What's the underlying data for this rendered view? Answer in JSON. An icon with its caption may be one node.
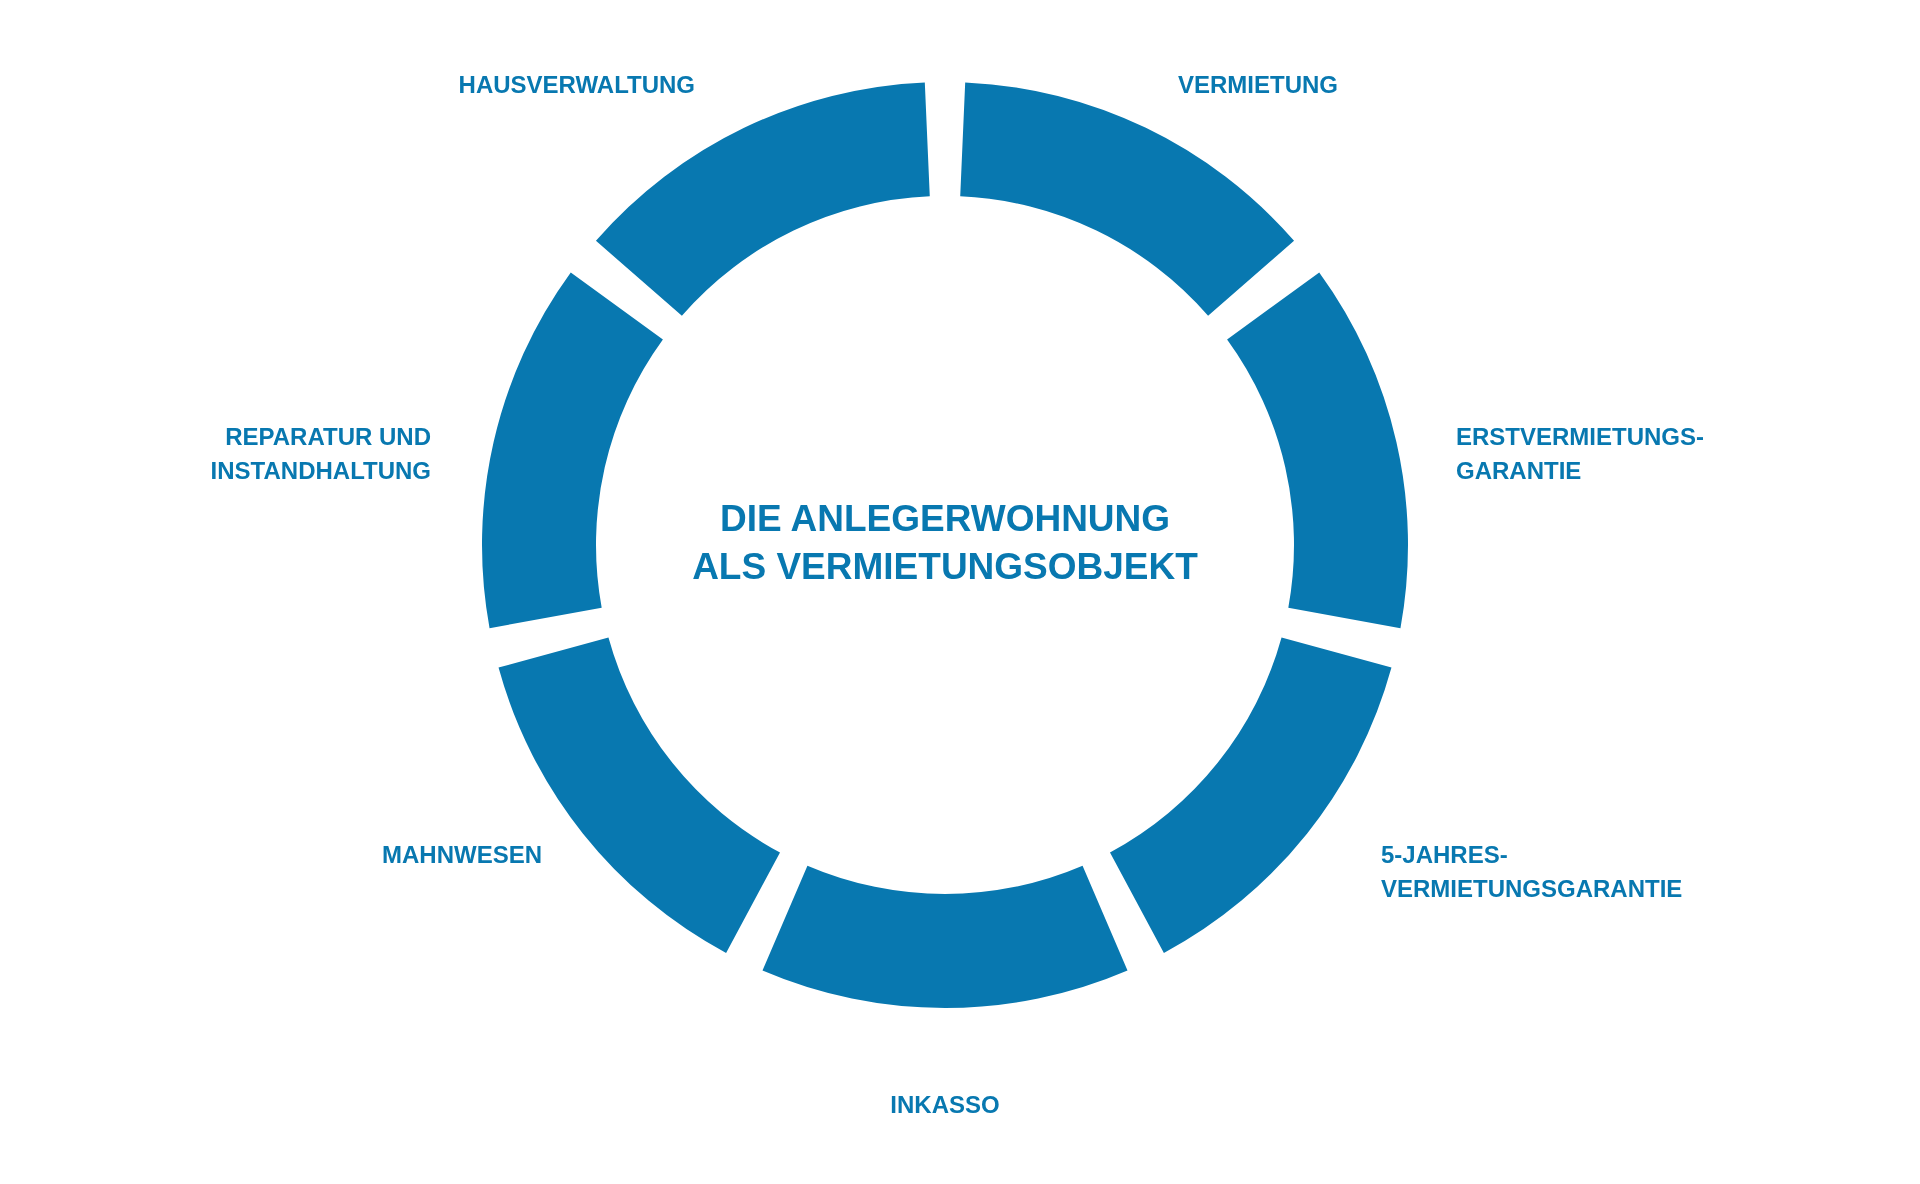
{
  "diagram": {
    "title": "DIE ANLEGERWOHNUNG ALS VERMIETUNGSOBJEKT",
    "nodes": [
      {
        "text": [],
        "shape": "arc",
        "beside": [
          "HAUSVERWALTUNG"
        ]
      },
      {
        "text": [],
        "shape": "arc",
        "beside": [
          "VERMIETUNG"
        ]
      },
      {
        "text": [],
        "shape": "arc",
        "beside": [
          "ERSTVERMIETUNGS- GARANTIE"
        ]
      },
      {
        "text": [],
        "shape": "arc",
        "beside": [
          "5-JAHRES- VERMIETUNGSGARANTIE"
        ]
      },
      {
        "text": [],
        "shape": "arc",
        "beside": [
          "INKASSO"
        ]
      },
      {
        "text": [],
        "shape": "arc",
        "beside": [
          "MAHNWESEN"
        ]
      },
      {
        "text": [],
        "shape": "arc",
        "beside": [
          "REPARATUR UND INSTANDHALTUNG"
        ]
      }
    ]
  }
}
